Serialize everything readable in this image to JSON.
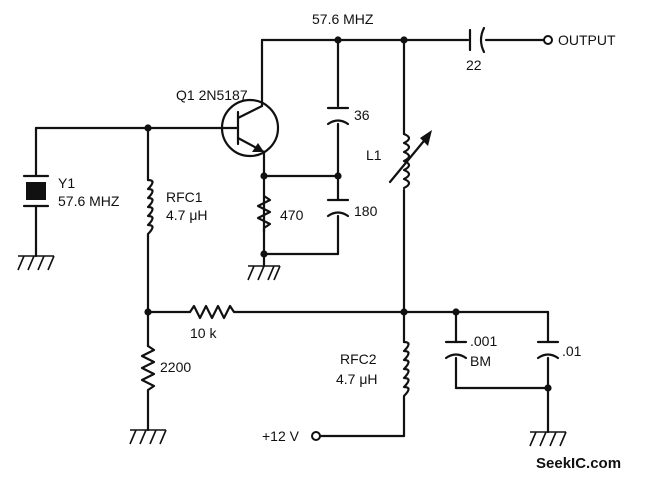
{
  "labels": {
    "frequency": "57.6 MHZ",
    "output": "OUTPUT",
    "c_output": "22",
    "transistor": "Q1 2N5187",
    "c_top": "36",
    "inductor_l1": "L1",
    "crystal_name": "Y1",
    "crystal_freq": "57.6 MHZ",
    "rfc1_name": "RFC1",
    "rfc1_value": "4.7 μH",
    "r_emitter": "470",
    "c_emitter": "180",
    "r_bias": "10 k",
    "r_base": "2200",
    "rfc2_name": "RFC2",
    "rfc2_value": "4.7 μH",
    "c_bm_value": ".001",
    "c_bm_type": "BM",
    "c_bypass": ".01",
    "supply": "+12 V",
    "watermark": "SeekIC.com"
  }
}
